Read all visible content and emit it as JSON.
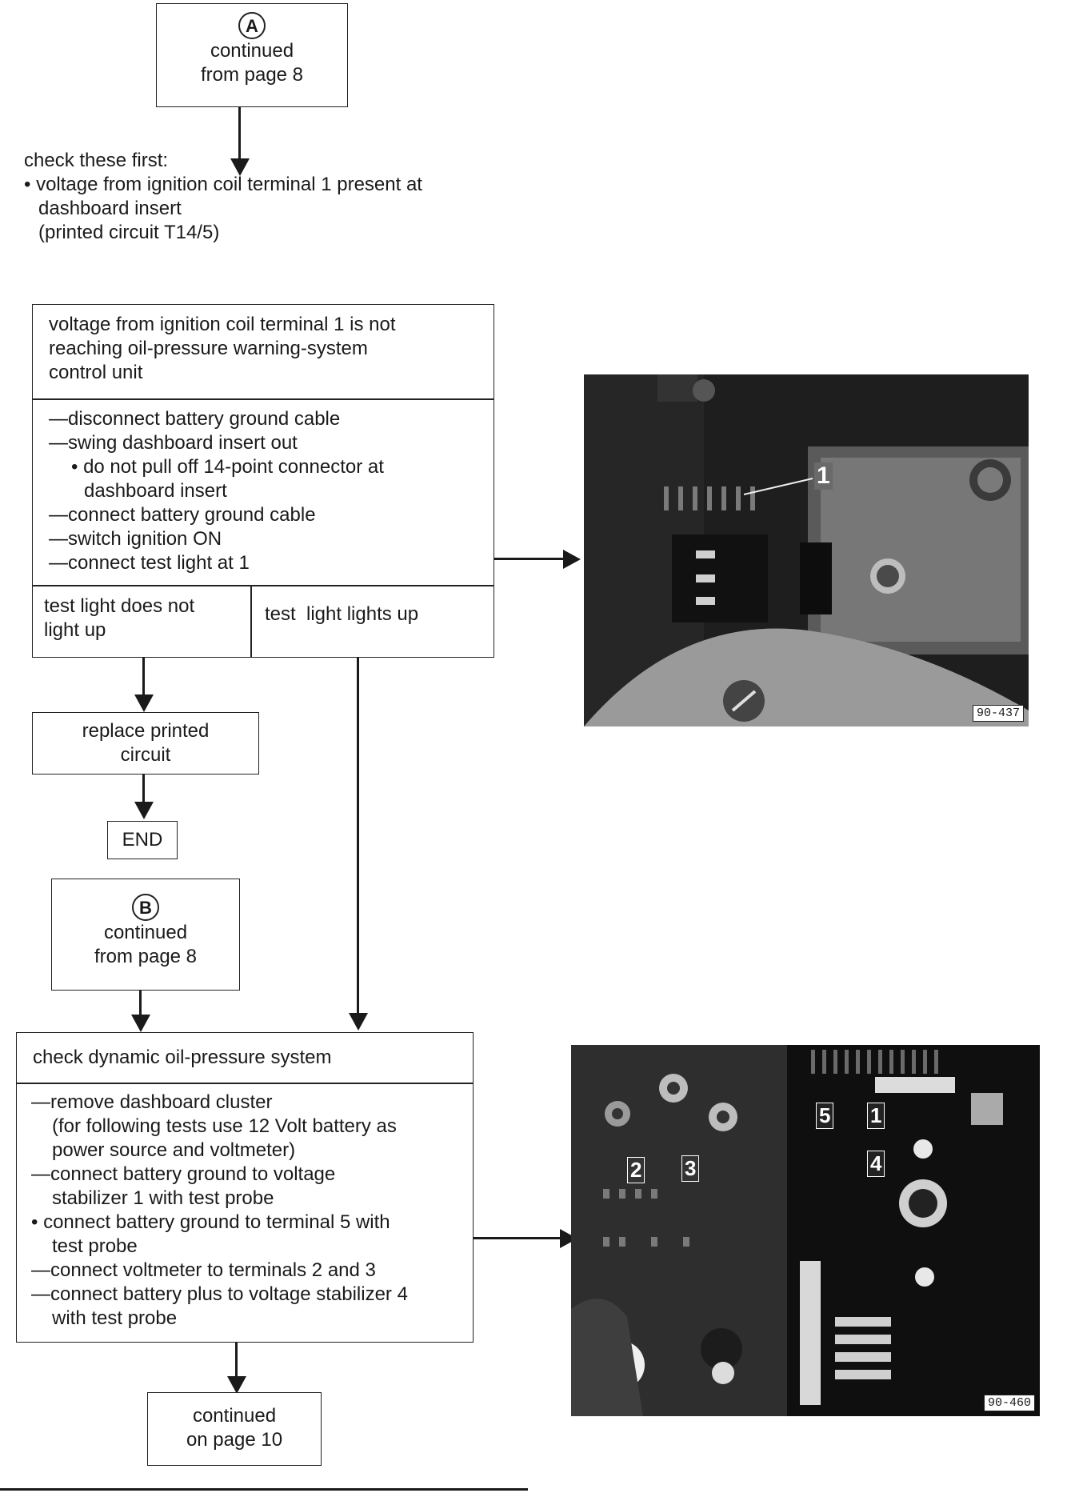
{
  "connector_a": {
    "letter": "A",
    "line1": "continued",
    "line2": "from page 8"
  },
  "check_first": {
    "heading": "check these first:",
    "bullet": "• voltage from ignition coil terminal 1 present at",
    "line2": "dashboard insert",
    "line3": "(printed circuit T14/5)"
  },
  "box1": {
    "header_l1": "voltage from ignition coil terminal 1 is not",
    "header_l2": "reaching oil-pressure warning-system",
    "header_l3": "control unit",
    "steps": [
      "—disconnect battery ground cable",
      "—swing dashboard insert out",
      "• do not pull off 14-point connector at",
      "dashboard insert",
      "—connect battery ground cable",
      "—switch ignition ON",
      "—connect test light at 1"
    ],
    "result_left_l1": "test light does not",
    "result_left_l2": "light up",
    "result_right": "test  light lights up"
  },
  "replace_box": {
    "line1": "replace printed",
    "line2": "circuit"
  },
  "end_box": {
    "label": "END"
  },
  "connector_b": {
    "letter": "B",
    "line1": "continued",
    "line2": "from page 8"
  },
  "box2": {
    "header": "check dynamic oil-pressure system",
    "steps": [
      "—remove dashboard cluster",
      "(for following tests use 12 Volt battery as",
      "power source and voltmeter)",
      "—connect battery ground to voltage",
      "stabilizer 1 with test probe",
      "• connect battery ground to terminal 5 with",
      "test probe",
      "—connect voltmeter to terminals 2 and 3",
      "—connect battery plus to voltage stabilizer 4",
      "with test probe"
    ]
  },
  "continued_box": {
    "line1": "continued",
    "line2": "on page 10"
  },
  "photo1": {
    "code": "90-437",
    "callout": "1"
  },
  "photo2": {
    "code": "90-460",
    "callouts": [
      "5",
      "1",
      "4",
      "2",
      "3"
    ]
  }
}
